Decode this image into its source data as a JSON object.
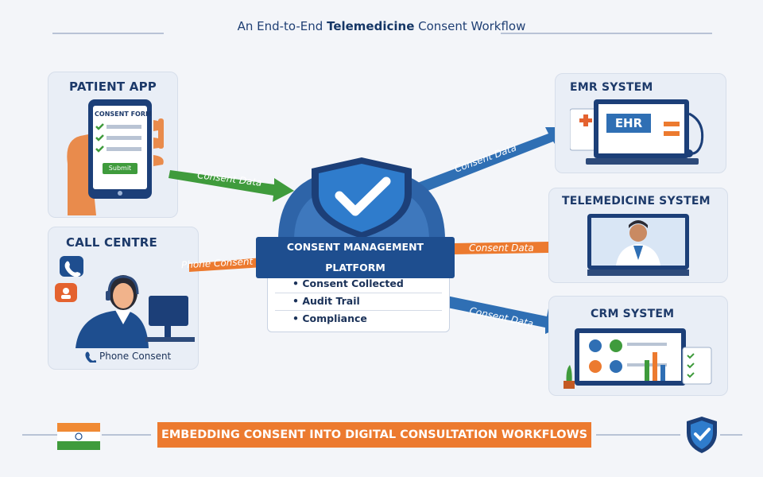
{
  "header": {
    "title_pre": "An End-to-End ",
    "title_bold": "Telemedicine",
    "title_post": " Consent Workflow"
  },
  "sources": {
    "patient_app": {
      "label": "PATIENT APP",
      "form_title": "CONSENT FORM",
      "submit_label": "Submit"
    },
    "call_centre": {
      "label": "CALL CENTRE",
      "footer": "Phone Consent"
    }
  },
  "platform": {
    "title": "CONSENT MANAGEMENT PLATFORM",
    "bullets": [
      "Consent Collected",
      "Audit Trail",
      "Compliance"
    ]
  },
  "targets": {
    "emr": {
      "label": "EMR SYSTEM",
      "screen_text": "EHR"
    },
    "telemedicine": {
      "label": "TELEMEDICINE SYSTEM"
    },
    "crm": {
      "label": "CRM SYSTEM"
    }
  },
  "arrows": {
    "patient_to_platform": "Consent Data",
    "call_to_platform": "Phone Consent",
    "to_emr": "Consent Data",
    "to_tele": "Consent Data",
    "to_crm": "Consent Data"
  },
  "footer": {
    "banner": "EMBEDDING CONSENT INTO DIGITAL CONSULTATION WORKFLOWS"
  },
  "colors": {
    "navy": "#1e4e8f",
    "green": "#3f9b3c",
    "orange": "#ec7a2f",
    "blue": "#2f6fb4",
    "card_bg": "#e9eef6"
  }
}
